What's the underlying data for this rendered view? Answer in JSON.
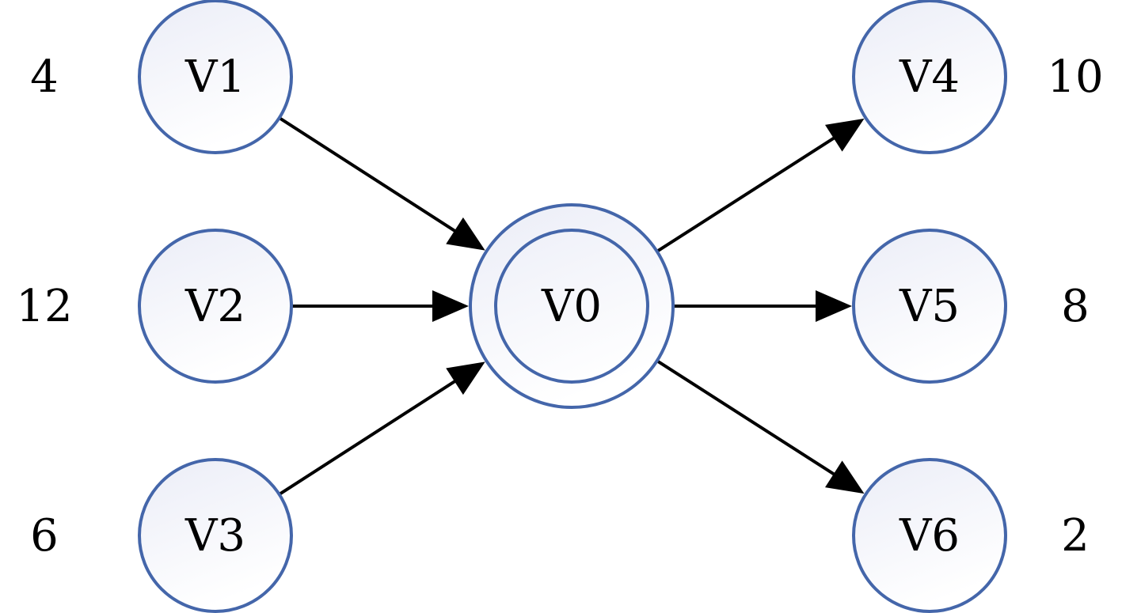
{
  "diagram": {
    "type": "directed-graph",
    "style": {
      "node_stroke": "#4466aa",
      "node_fill_top": "#ebedf7",
      "node_fill_bottom": "#ffffff",
      "edge_color": "#000000",
      "text_color": "#000000"
    },
    "center": {
      "id": "V0",
      "label": "V0",
      "double_circle": true
    },
    "nodes": [
      {
        "id": "V1",
        "label": "V1",
        "weight": "4",
        "side": "left",
        "row": 0
      },
      {
        "id": "V2",
        "label": "V2",
        "weight": "12",
        "side": "left",
        "row": 1
      },
      {
        "id": "V3",
        "label": "V3",
        "weight": "6",
        "side": "left",
        "row": 2
      },
      {
        "id": "V4",
        "label": "V4",
        "weight": "10",
        "side": "right",
        "row": 0
      },
      {
        "id": "V5",
        "label": "V5",
        "weight": "8",
        "side": "right",
        "row": 1
      },
      {
        "id": "V6",
        "label": "V6",
        "weight": "2",
        "side": "right",
        "row": 2
      }
    ],
    "edges": [
      {
        "from": "V1",
        "to": "V0"
      },
      {
        "from": "V2",
        "to": "V0"
      },
      {
        "from": "V3",
        "to": "V0"
      },
      {
        "from": "V0",
        "to": "V4"
      },
      {
        "from": "V0",
        "to": "V5"
      },
      {
        "from": "V0",
        "to": "V6"
      }
    ]
  }
}
